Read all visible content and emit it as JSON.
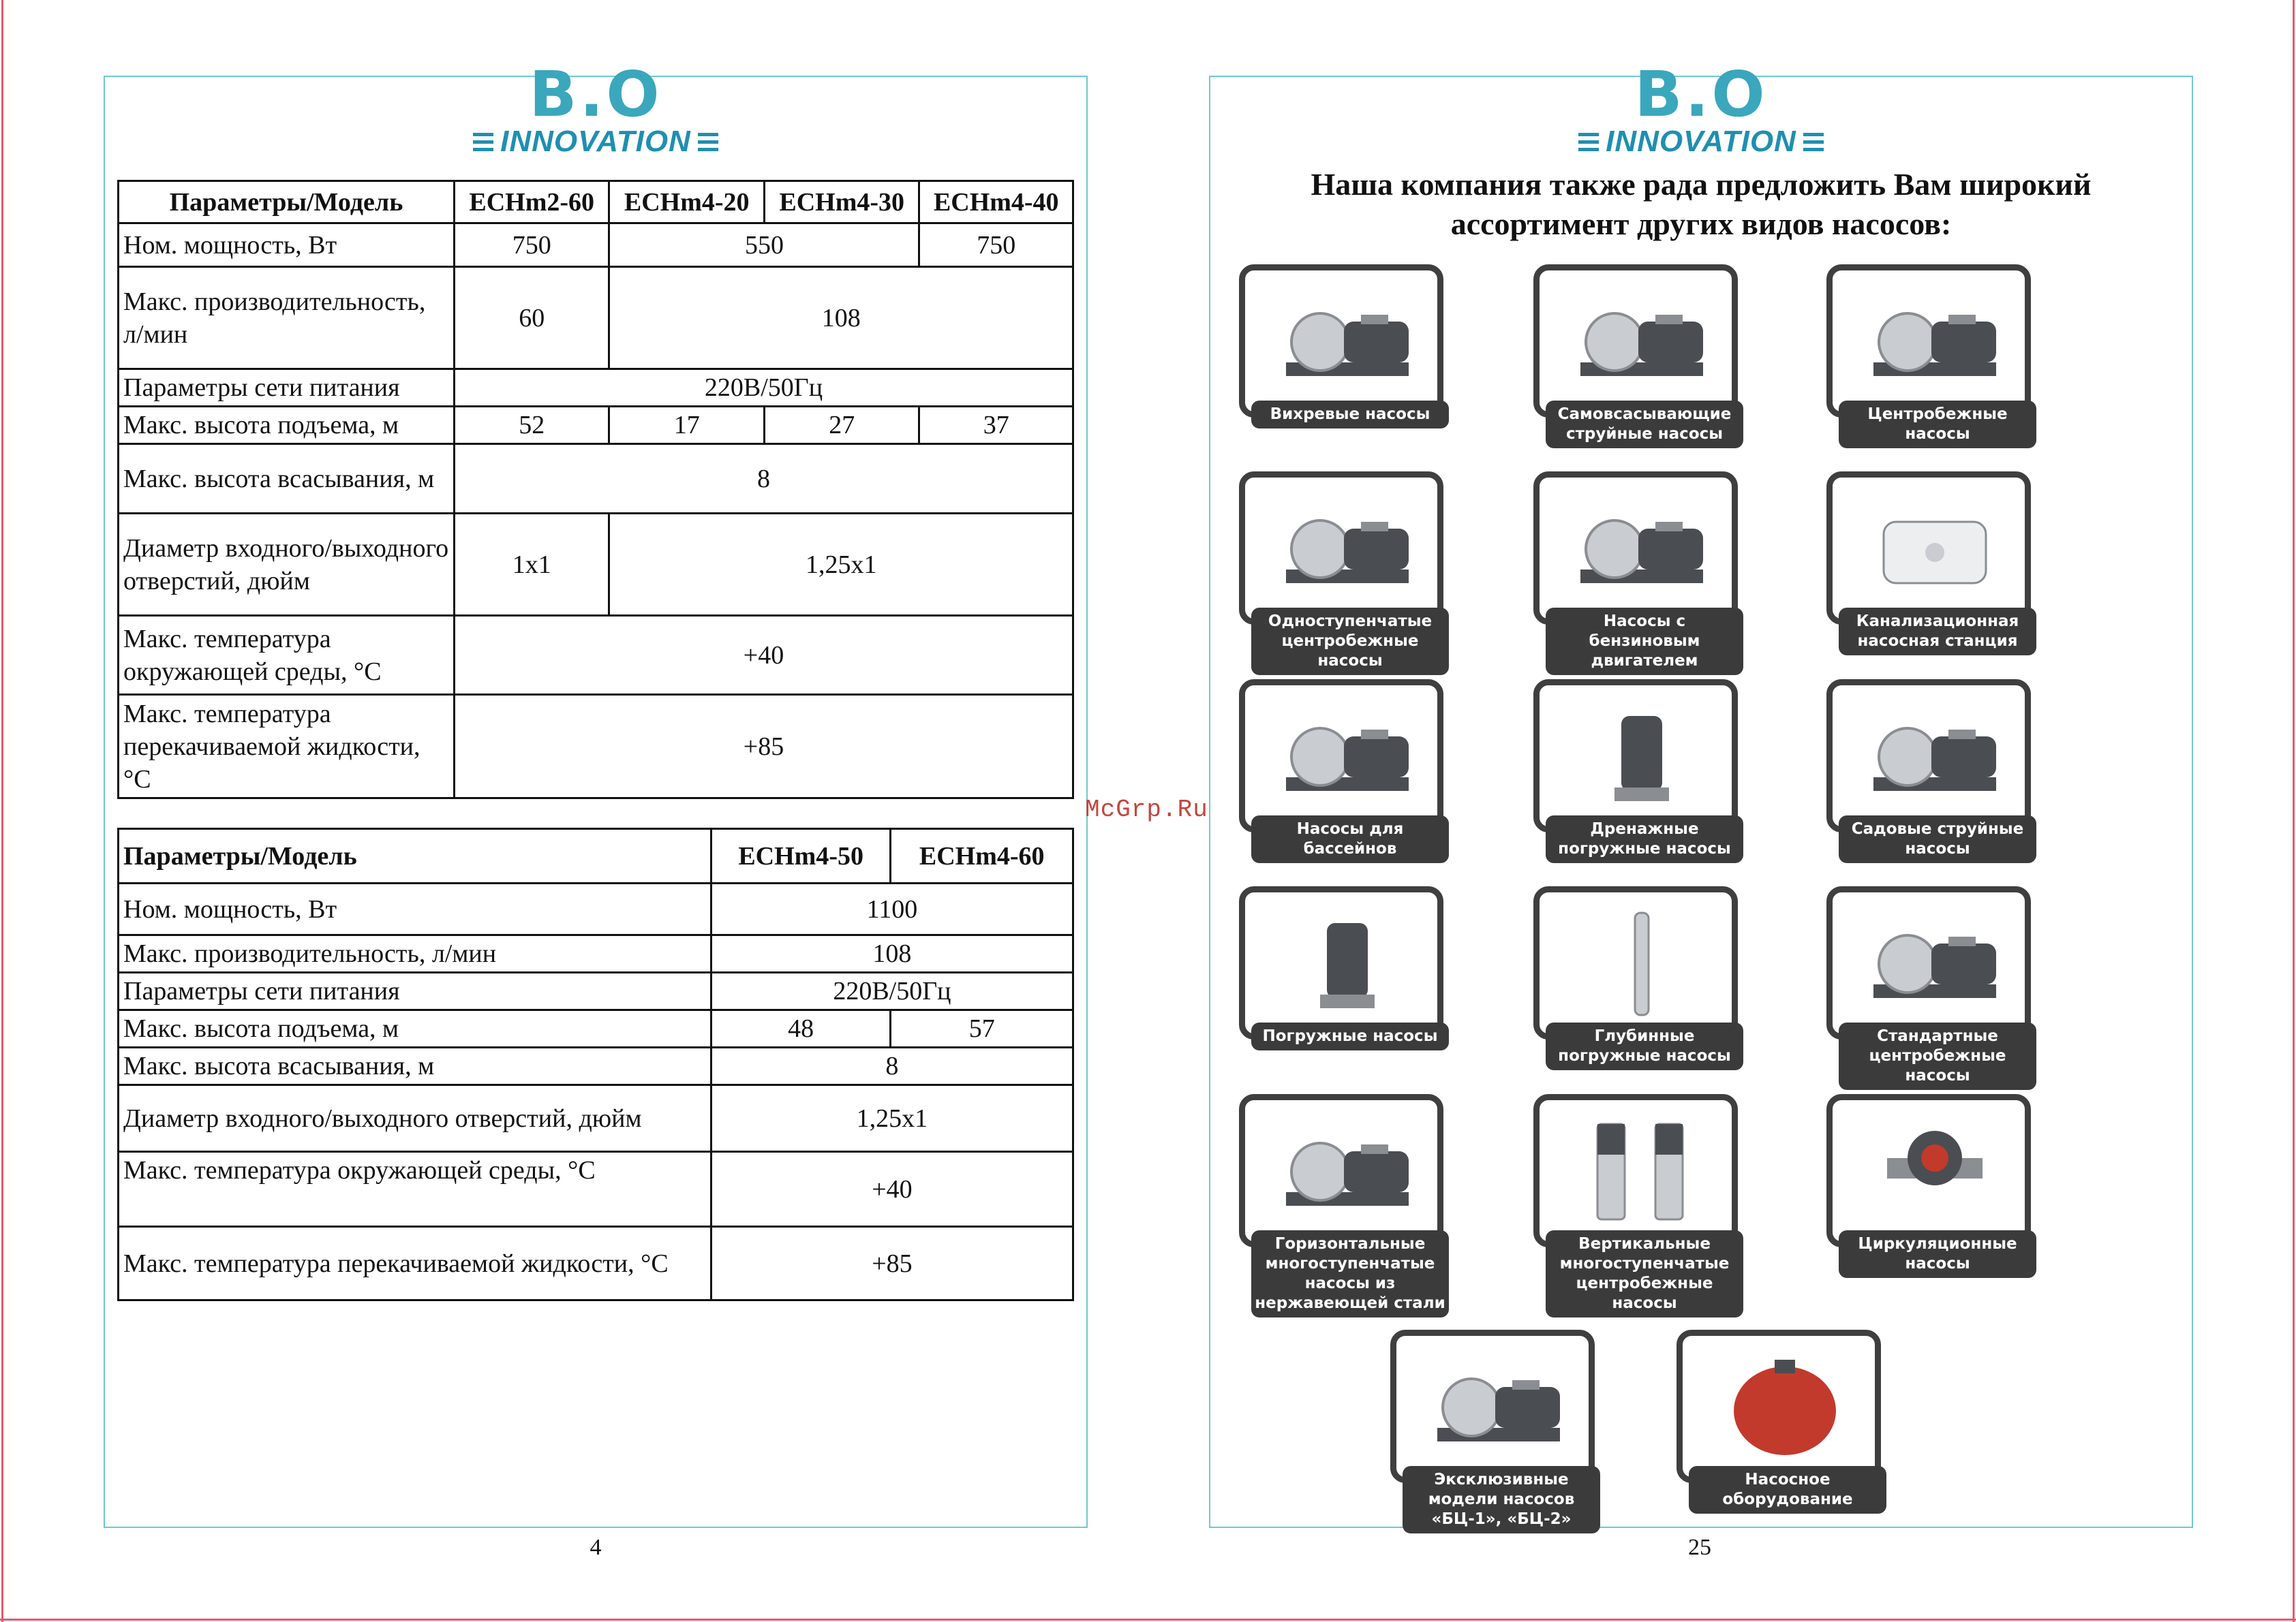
{
  "logo": {
    "mark": "B.O",
    "text": "INNOVATION"
  },
  "watermark": "McGrp.Ru",
  "left_page": {
    "page_number": "4",
    "table1": {
      "header": [
        "Параметры/Модель",
        "ECHm2-60",
        "ECHm4-20",
        "ECHm4-30",
        "ECHm4-40"
      ],
      "rows": {
        "power": {
          "label": "Ном. мощность, Вт",
          "v1": "750",
          "v2": "550",
          "v3": "750"
        },
        "capacity": {
          "label": "Макс. производительность, л/мин",
          "v1": "60",
          "v2": "108"
        },
        "network": {
          "label": "Параметры сети питания",
          "v1": "220В/50Гц"
        },
        "lift": {
          "label": "Макс. высота подъема, м",
          "v1": "52",
          "v2": "17",
          "v3": "27",
          "v4": "37"
        },
        "suction": {
          "label": "Макс. высота всасывания, м",
          "v1": "8"
        },
        "diameter": {
          "label": "Диаметр входного/выходного отверстий, дюйм",
          "v1": "1x1",
          "v2": "1,25x1"
        },
        "ambient": {
          "label": "Макс. температура окружающей среды, °С",
          "v1": "+40"
        },
        "liquid": {
          "label": "Макс. температура перекачиваемой жидкости, °С",
          "v1": "+85"
        }
      }
    },
    "table2": {
      "header": [
        "Параметры/Модель",
        "ECHm4-50",
        "ECHm4-60"
      ],
      "rows": {
        "power": {
          "label": "Ном. мощность, Вт",
          "v1": "1100"
        },
        "capacity": {
          "label": "Макс. производительность, л/мин",
          "v1": "108"
        },
        "network": {
          "label": "Параметры сети питания",
          "v1": "220В/50Гц"
        },
        "lift": {
          "label": "Макс. высота подъема, м",
          "v1": "48",
          "v2": "57"
        },
        "suction": {
          "label": "Макс. высота всасывания, м",
          "v1": "8"
        },
        "diameter": {
          "label": "Диаметр входного/выходного отверстий, дюйм",
          "v1": "1,25x1"
        },
        "ambient": {
          "label": "Макс. температура окружающей среды, °С",
          "v1": "+40"
        },
        "liquid": {
          "label": "Макс. температура перекачиваемой жидкости, °С",
          "v1": "+85"
        }
      }
    }
  },
  "right_page": {
    "page_number": "25",
    "heading": "Наша компания также рада предложить Вам широкий ассортимент других видов насосов:",
    "products": [
      {
        "label": "Вихревые насосы",
        "icon": "vortex-pump-icon"
      },
      {
        "label": "Самовсасывающие струйные насосы",
        "icon": "jet-pump-icon"
      },
      {
        "label": "Центробежные насосы",
        "icon": "centrifugal-pump-icon"
      },
      {
        "label": "Одноступенчатые центробежные насосы",
        "icon": "single-stage-pump-icon"
      },
      {
        "label": "Насосы с бензиновым двигателем",
        "icon": "petrol-pump-icon"
      },
      {
        "label": "Канализационная насосная станция",
        "icon": "sewage-station-icon"
      },
      {
        "label": "Насосы для бассейнов",
        "icon": "pool-pump-icon"
      },
      {
        "label": "Дренажные погружные насосы",
        "icon": "drainage-pump-icon"
      },
      {
        "label": "Садовые струйные насосы",
        "icon": "garden-pump-icon"
      },
      {
        "label": "Погружные насосы",
        "icon": "submersible-pump-icon"
      },
      {
        "label": "Глубинные погружные насосы",
        "icon": "deep-well-pump-icon"
      },
      {
        "label": "Стандартные центробежные насосы",
        "icon": "standard-centrifugal-pump-icon"
      },
      {
        "label": "Горизонтальные многоступенчатые насосы из нержавеющей стали",
        "icon": "horizontal-multistage-pump-icon"
      },
      {
        "label": "Вертикальные многоступенчатые центробежные насосы",
        "icon": "vertical-multistage-pump-icon"
      },
      {
        "label": "Циркуляционные насосы",
        "icon": "circulation-pump-icon"
      },
      {
        "label": "Эксклюзивные модели насосов «БЦ-1», «БЦ-2»",
        "icon": "exclusive-pump-icon"
      },
      {
        "label": "Насосное оборудование",
        "icon": "pressure-tank-icon"
      }
    ]
  },
  "colors": {
    "accent": "#3aa7bd",
    "frame": "#6ec9d4",
    "label_bg": "#3b3b3b",
    "edge": "#e35a6e"
  }
}
